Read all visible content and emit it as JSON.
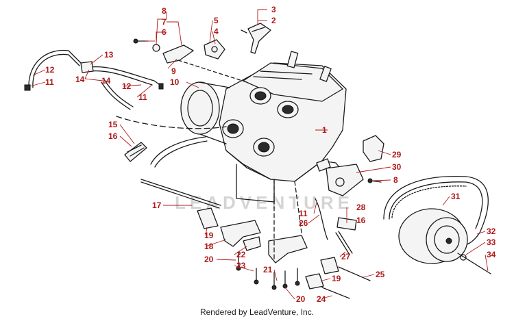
{
  "watermark": "LEADVENTURE",
  "footer": "Rendered by LeadVenture, Inc.",
  "callouts": [
    "1",
    "2",
    "3",
    "4",
    "5",
    "6",
    "7",
    "8",
    "8",
    "9",
    "10",
    "11",
    "11",
    "11",
    "12",
    "12",
    "13",
    "14",
    "14",
    "15",
    "16",
    "16",
    "17",
    "18",
    "19",
    "19",
    "20",
    "20",
    "21",
    "22",
    "23",
    "24",
    "25",
    "26",
    "27",
    "28",
    "29",
    "30",
    "31",
    "32",
    "33",
    "34"
  ],
  "colors": {
    "callout": "#b01818",
    "line": "#1a1a1a"
  }
}
